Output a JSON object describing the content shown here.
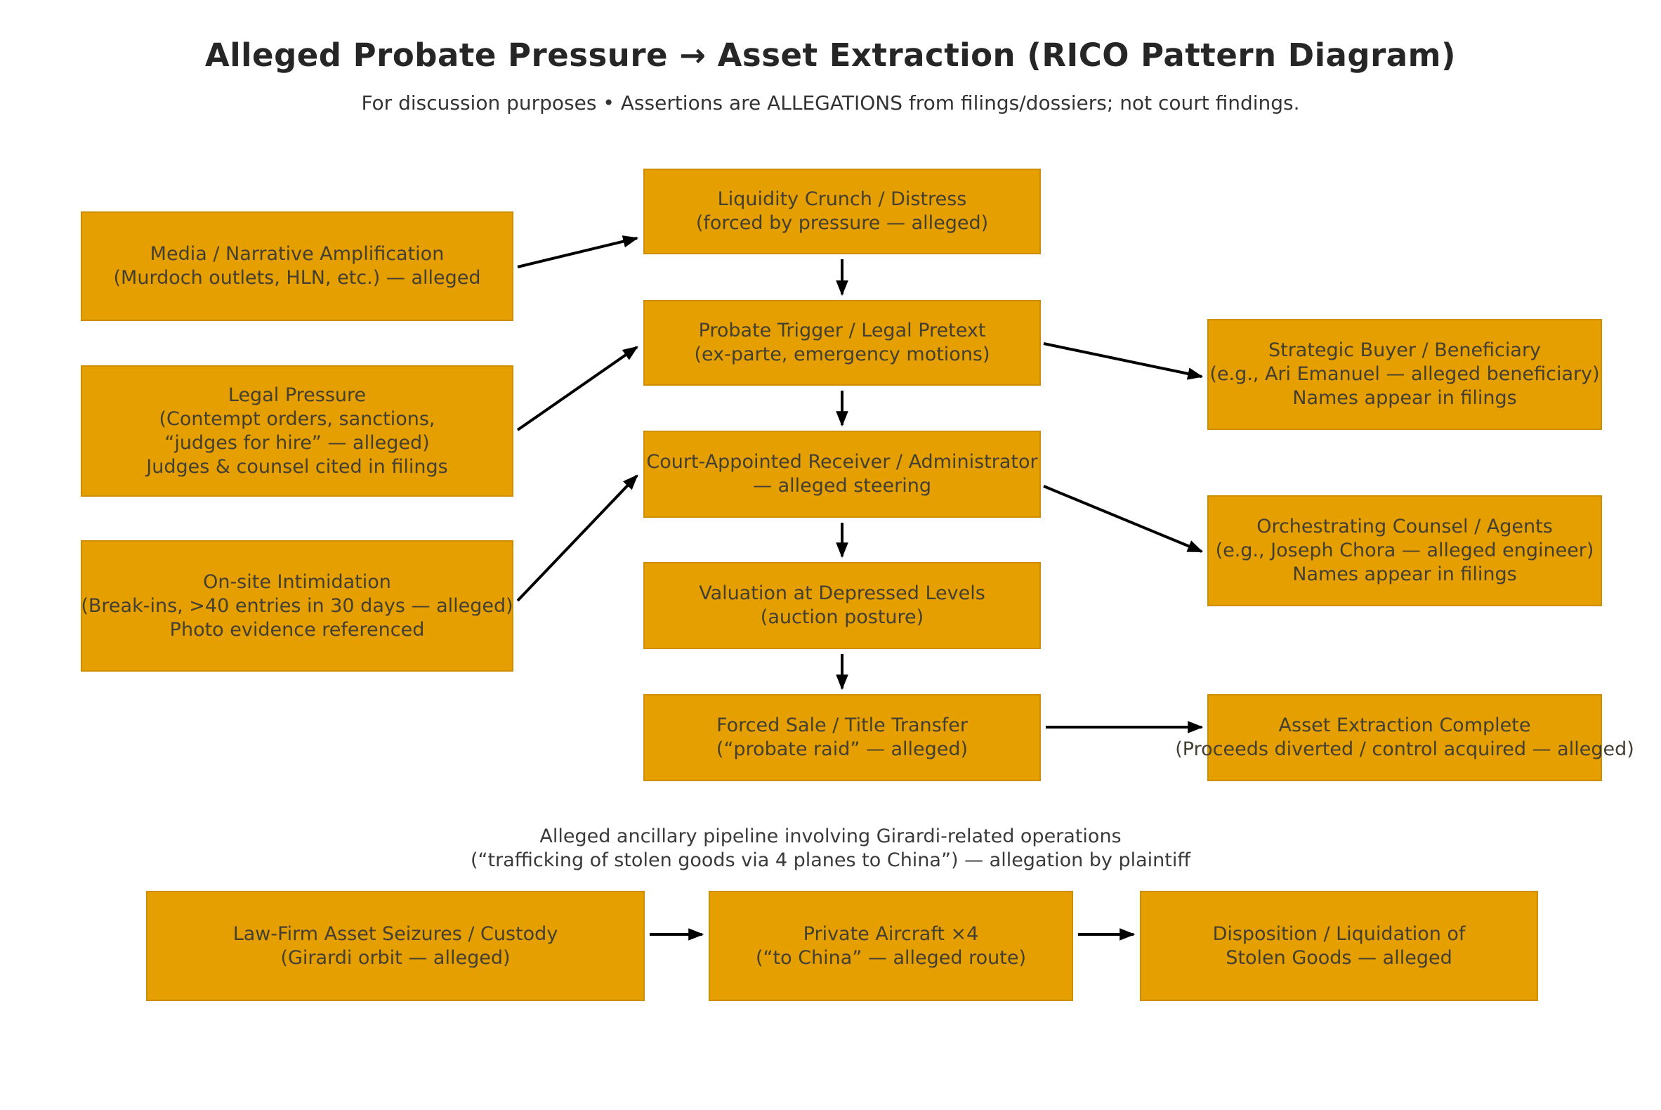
{
  "colors": {
    "box_fill": "#E69F00",
    "box_text": "#443F33",
    "title_text": "#262626",
    "subtitle_text": "#333333",
    "note_text": "#3a3a3a",
    "arrow": "#000000"
  },
  "header": {
    "title": "Alleged Probate Pressure → Asset Extraction (RICO Pattern Diagram)",
    "subtitle": "For discussion purposes • Assertions are ALLEGATIONS from filings/dossiers; not court findings."
  },
  "nodes": {
    "media": {
      "lines": [
        "Media / Narrative Amplification",
        "(Murdoch outlets, HLN, etc.) — alleged"
      ]
    },
    "legal": {
      "lines": [
        "Legal Pressure",
        "(Contempt orders, sanctions,",
        "“judges for hire” — alleged)",
        "Judges & counsel cited in filings"
      ]
    },
    "onsite": {
      "lines": [
        "On-site Intimidation",
        "(Break-ins, >40 entries in 30 days — alleged)",
        "Photo evidence referenced"
      ]
    },
    "liquidity": {
      "lines": [
        "Liquidity Crunch / Distress",
        "(forced by pressure — alleged)"
      ]
    },
    "probate": {
      "lines": [
        "Probate Trigger / Legal Pretext",
        "(ex-parte, emergency motions)"
      ]
    },
    "receiver": {
      "lines": [
        "Court-Appointed Receiver / Administrator",
        "— alleged steering"
      ]
    },
    "valuation": {
      "lines": [
        "Valuation at Depressed Levels",
        "(auction posture)"
      ]
    },
    "forced_sale": {
      "lines": [
        "Forced Sale / Title Transfer",
        "(“probate raid” — alleged)"
      ]
    },
    "strategic": {
      "lines": [
        "Strategic Buyer / Beneficiary",
        "(e.g., Ari Emanuel — alleged beneficiary)",
        "Names appear in filings"
      ]
    },
    "orchestrating": {
      "lines": [
        "Orchestrating Counsel / Agents",
        "(e.g., Joseph Chora — alleged engineer)",
        "Names appear in filings"
      ]
    },
    "extraction": {
      "lines": [
        "Asset Extraction Complete",
        "(Proceeds diverted / control acquired — alleged)"
      ]
    },
    "lawfirm": {
      "lines": [
        "Law-Firm Asset Seizures / Custody",
        "(Girardi orbit — alleged)"
      ]
    },
    "aircraft": {
      "lines": [
        "Private Aircraft ×4",
        "(“to China” — alleged route)"
      ]
    },
    "disposition": {
      "lines": [
        "Disposition / Liquidation of",
        "Stolen Goods — alleged"
      ]
    }
  },
  "ancillary_note": {
    "lines": [
      "Alleged ancillary pipeline involving Girardi-related operations",
      "(“trafficking of stolen goods via 4 planes to China”) — allegation by plaintiff"
    ]
  },
  "edges": [
    {
      "from": "media",
      "to": "liquidity"
    },
    {
      "from": "liquidity",
      "to": "probate"
    },
    {
      "from": "legal",
      "to": "probate"
    },
    {
      "from": "probate",
      "to": "strategic"
    },
    {
      "from": "probate",
      "to": "receiver"
    },
    {
      "from": "onsite",
      "to": "receiver"
    },
    {
      "from": "receiver",
      "to": "orchestrating"
    },
    {
      "from": "receiver",
      "to": "valuation"
    },
    {
      "from": "valuation",
      "to": "forced_sale"
    },
    {
      "from": "forced_sale",
      "to": "extraction"
    },
    {
      "from": "lawfirm",
      "to": "aircraft"
    },
    {
      "from": "aircraft",
      "to": "disposition"
    }
  ]
}
